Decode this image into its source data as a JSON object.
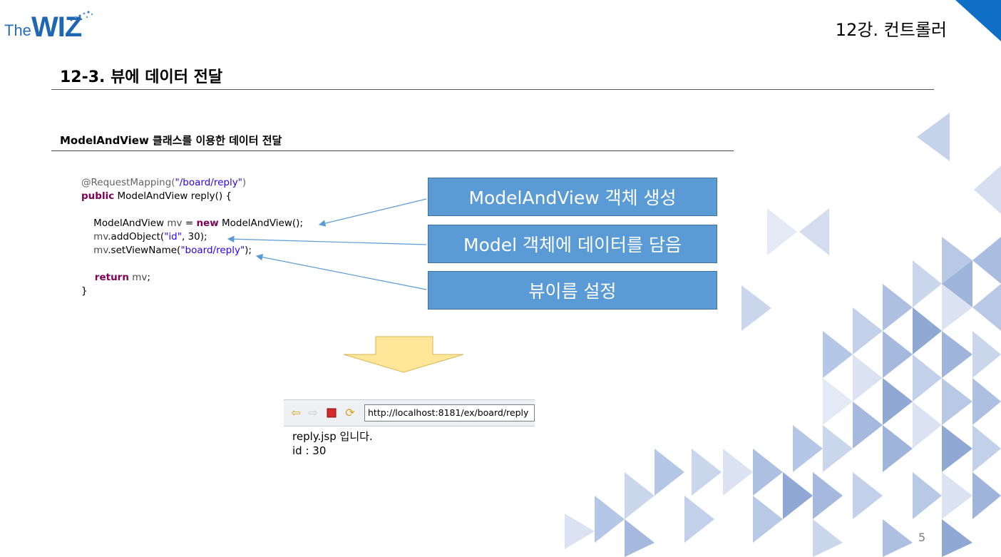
{
  "header": {
    "logo_the": "The",
    "logo_wiz": "WIZ",
    "lecture": "12강. 컨트롤러"
  },
  "slide": {
    "title": "12-3. 뷰에 데이터 전달",
    "subtitle": "ModelAndView 클래스를 이용한 데이터 전달",
    "page_number": "5"
  },
  "code": {
    "line1_annotation": "@RequestMapping(",
    "line1_string": "\"/board/reply\"",
    "line1_end": ")",
    "line2_kw": "public",
    "line2_rest": " ModelAndView reply() {",
    "line3_type": "    ModelAndView ",
    "line3_var": "mv",
    "line3_mid": " = ",
    "line3_kw": "new",
    "line3_end": " ModelAndView();",
    "line4_var": "    mv",
    "line4_call": ".addObject(",
    "line4_string": "\"id\"",
    "line4_end": ", 30);",
    "line5_var": "    mv",
    "line5_call": ".setViewName(",
    "line5_string": "\"board/reply\"",
    "line5_end": ");",
    "line6_kw": "    return",
    "line6_var": " mv",
    "line6_end": ";",
    "line7": "}"
  },
  "callouts": {
    "create": "ModelAndView 객체 생성",
    "add_data": "Model 객체에 데이터를 담음",
    "set_view": "뷰이름 설정"
  },
  "browser": {
    "url": "http://localhost:8181/ex/board/reply",
    "line1": "reply.jsp 입니다.",
    "line2": "id : 30",
    "icons": [
      "back-arrow-icon",
      "forward-arrow-icon",
      "stop-icon",
      "refresh-icon"
    ]
  },
  "colors": {
    "callout_fill": "#5b9bd5",
    "down_arrow_fill": "#ffe699",
    "corner_accent": "#0f6fc6",
    "deco_triangles": "#b4c7e7"
  }
}
